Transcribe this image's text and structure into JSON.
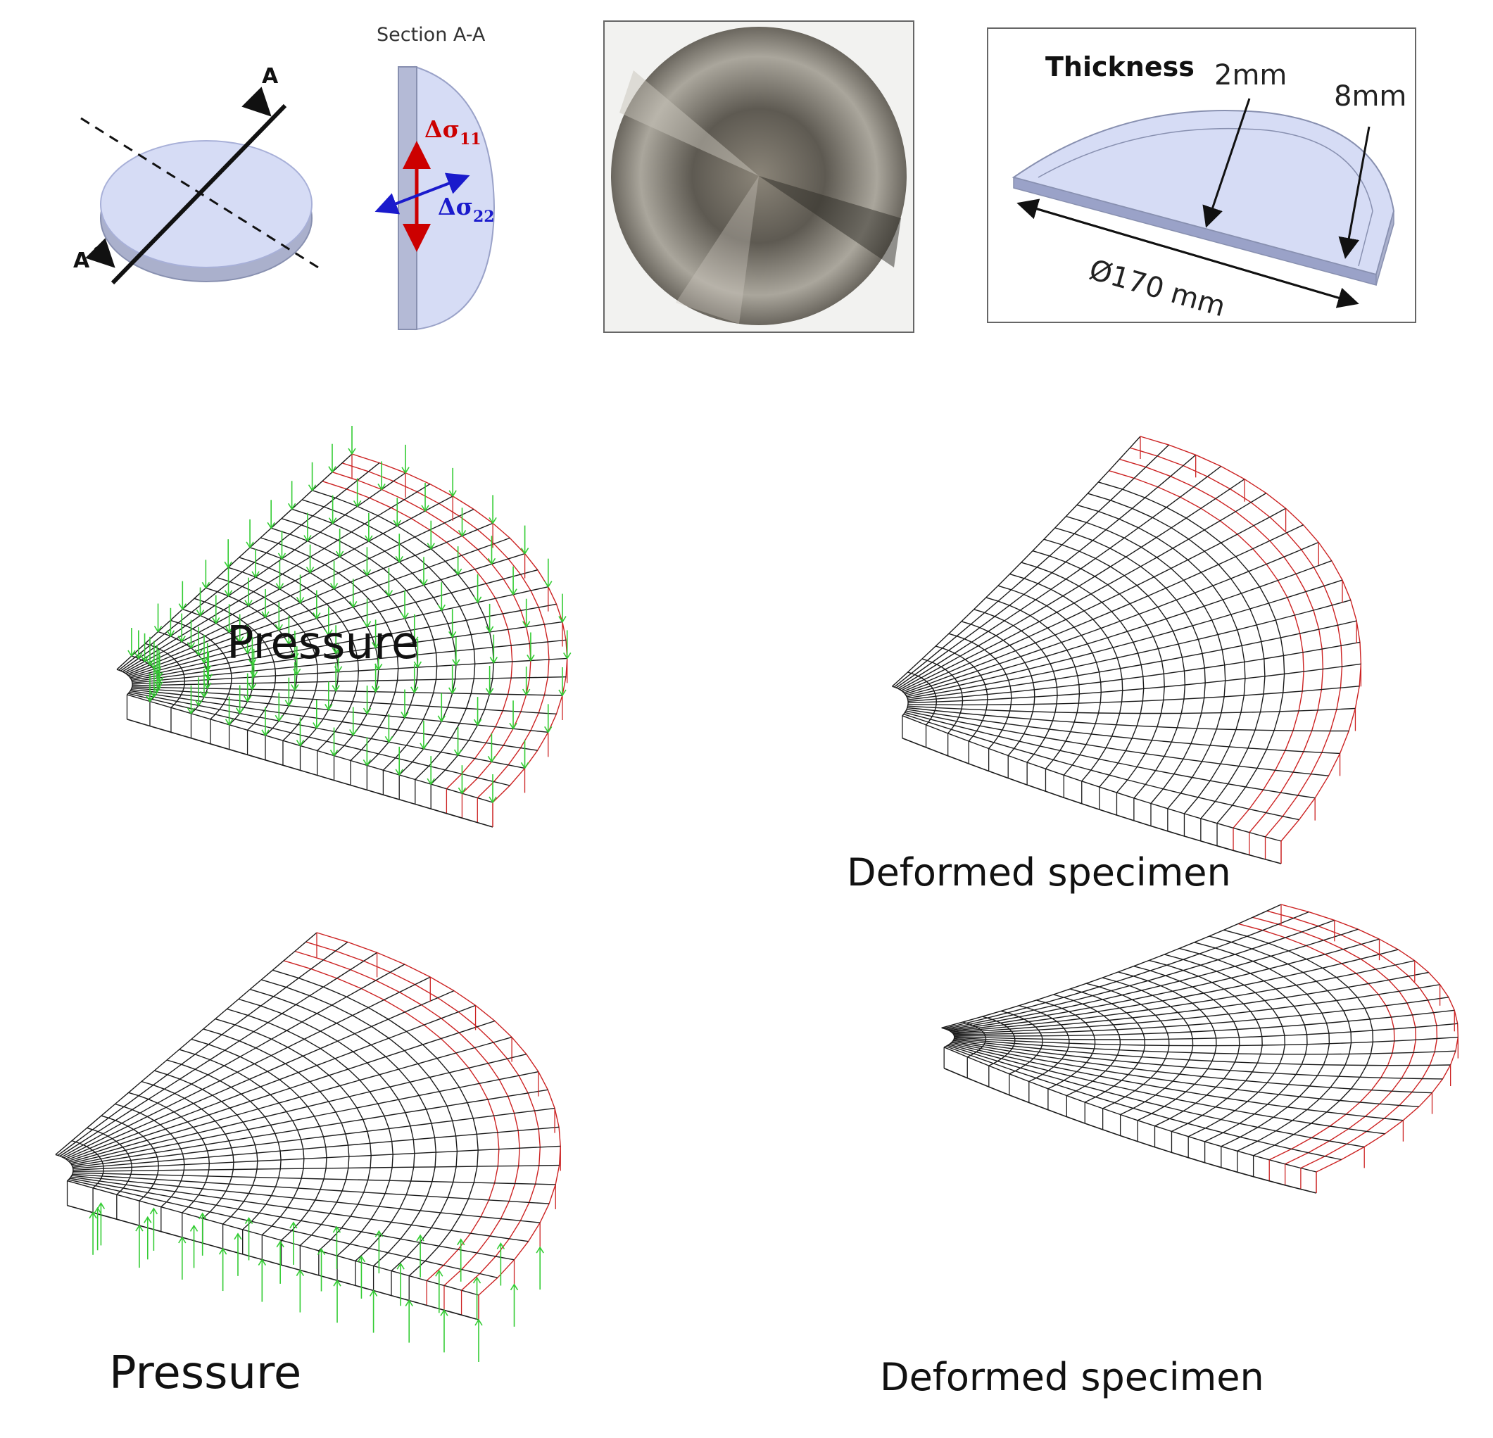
{
  "labels": {
    "section": "Section A-A",
    "cut_a_top": "A",
    "cut_a_bottom": "A",
    "sigma11_main": "Δσ",
    "sigma11_sub": "11",
    "sigma22_main": "Δσ",
    "sigma22_sub": "22",
    "thickness": "Thickness",
    "t_center": "2mm",
    "t_edge": "8mm",
    "diameter": "Ø170 mm",
    "pressure_top": "Pressure",
    "pressure_bottom": "Pressure",
    "deformed_top": "Deformed specimen",
    "deformed_bottom": "Deformed specimen"
  },
  "colors": {
    "mesh": "#1a1a1a",
    "edge_mesh": "#cc2222",
    "pressure": "#33cc33",
    "disc_fill": "#d6dcf5",
    "sigma11": "#cc0000",
    "sigma22": "#1a1acc"
  }
}
